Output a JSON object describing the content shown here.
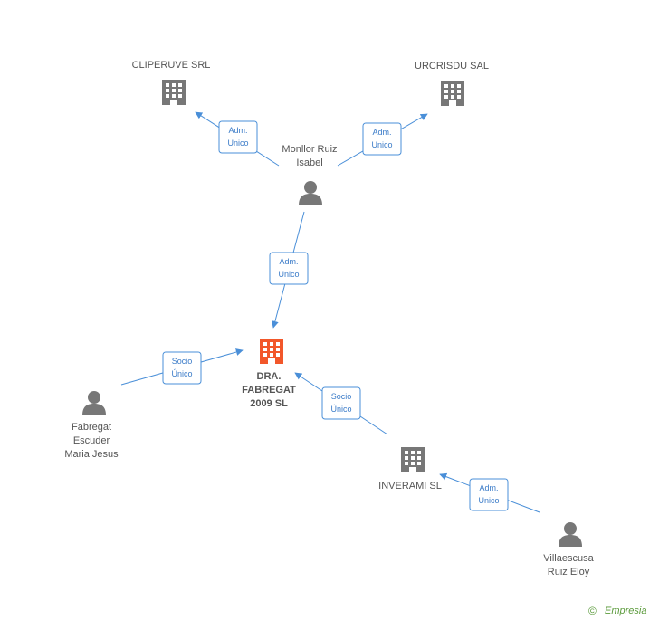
{
  "colors": {
    "company": "#777777",
    "company_main": "#f2572a",
    "person": "#777777",
    "edge": "#4a8fd8",
    "edge_text": "#3a7bc8",
    "label": "#555555",
    "brand": "#5a9a3a"
  },
  "nodes": {
    "clipervue": {
      "type": "company",
      "icon": "building-icon",
      "lines": [
        "CLIPERUVE SRL"
      ]
    },
    "urcrisdu": {
      "type": "company",
      "icon": "building-icon",
      "lines": [
        "URCRISDU SAL"
      ]
    },
    "monllor": {
      "type": "person",
      "icon": "person-icon",
      "lines": [
        "Monllor Ruiz",
        "Isabel"
      ]
    },
    "dra_fabregat": {
      "type": "company_main",
      "icon": "building-icon",
      "lines": [
        "DRA.",
        "FABREGAT",
        "2009 SL"
      ]
    },
    "fabregat_escuder": {
      "type": "person",
      "icon": "person-icon",
      "lines": [
        "Fabregat",
        "Escuder",
        "Maria Jesus"
      ]
    },
    "inverami": {
      "type": "company",
      "icon": "building-icon",
      "lines": [
        "INVERAMI SL"
      ]
    },
    "villaescusa": {
      "type": "person",
      "icon": "person-icon",
      "lines": [
        "Villaescusa",
        "Ruiz Eloy"
      ]
    }
  },
  "edges": [
    {
      "from": "monllor",
      "to": "clipervue",
      "label": [
        "Adm.",
        "Unico"
      ]
    },
    {
      "from": "monllor",
      "to": "urcrisdu",
      "label": [
        "Adm.",
        "Unico"
      ]
    },
    {
      "from": "monllor",
      "to": "dra_fabregat",
      "label": [
        "Adm.",
        "Unico"
      ]
    },
    {
      "from": "fabregat_escuder",
      "to": "dra_fabregat",
      "label": [
        "Socio",
        "Único"
      ]
    },
    {
      "from": "inverami",
      "to": "dra_fabregat",
      "label": [
        "Socio",
        "Único"
      ]
    },
    {
      "from": "villaescusa",
      "to": "inverami",
      "label": [
        "Adm.",
        "Unico"
      ]
    }
  ],
  "footer": {
    "copyright_symbol": "©",
    "brand": "Empresia"
  }
}
